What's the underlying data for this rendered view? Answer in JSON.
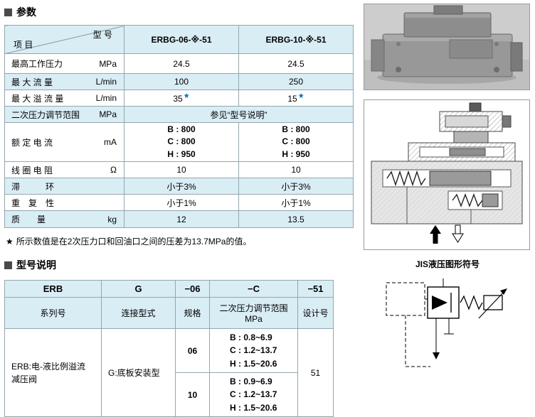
{
  "headings": {
    "params": "参数",
    "model": "型号说明"
  },
  "colors": {
    "header_tint": "#d9edf5",
    "star_blue": "#0070c0"
  },
  "params_table": {
    "corner_top": "型  号",
    "corner_bottom": "项  目",
    "col1_header": "ERBG-06-※-51",
    "col2_header": "ERBG-10-※-51",
    "rows": [
      {
        "label": "最高工作压力",
        "unit": "MPa",
        "v1": "24.5",
        "v2": "24.5",
        "star1": "",
        "star2": ""
      },
      {
        "label": "最 大 流 量",
        "unit": "L/min",
        "v1": "100",
        "v2": "250",
        "star1": "",
        "star2": ""
      },
      {
        "label": "最 大 溢 流 量",
        "unit": "L/min",
        "v1": "35",
        "v2": "15",
        "star1": "★",
        "star2": "★"
      },
      {
        "label": "二次压力调节范围",
        "unit": "MPa",
        "merged": "参见“型号说明”"
      },
      {
        "label": "额 定 电 流",
        "unit": "mA",
        "v1": "B : 800\nC : 800\nH : 950",
        "v2": "B : 800\nC : 800\nH : 950",
        "star1": "",
        "star2": ""
      },
      {
        "label": "线 圈 电 阻",
        "unit": "Ω",
        "v1": "10",
        "v2": "10",
        "star1": "",
        "star2": ""
      },
      {
        "label": "滞　　　环",
        "unit": "",
        "v1": "小于3%",
        "v2": "小于3%",
        "star1": "",
        "star2": ""
      },
      {
        "label": "重　复　性",
        "unit": "",
        "v1": "小于1%",
        "v2": "小于1%",
        "star1": "",
        "star2": ""
      },
      {
        "label": "质　　量",
        "unit": "kg",
        "v1": "12",
        "v2": "13.5",
        "star1": "",
        "star2": ""
      }
    ],
    "footnote_star": "★",
    "footnote": "所示数值是在2次压力口和回油口之间的压差为13.7MPa的值。"
  },
  "model_table": {
    "header": [
      "ERB",
      "G",
      "−06",
      "−C",
      "−51"
    ],
    "subheader": [
      "系列号",
      "连接型式",
      "规格",
      "二次压力调节范围\nMPa",
      "设计号"
    ],
    "series_desc": "ERB:电-液比例溢流\n减压阀",
    "connection": "G:底板安装型",
    "rows": [
      {
        "size": "06",
        "range": "B : 0.8~6.9\nC : 1.2~13.7\nH : 1.5~20.6"
      },
      {
        "size": "10",
        "range": "B : 0.9~6.9\nC : 1.2~13.7\nH : 1.5~20.6"
      }
    ],
    "design_no": "51"
  },
  "right": {
    "jis_label": "JIS液压图形符号"
  }
}
